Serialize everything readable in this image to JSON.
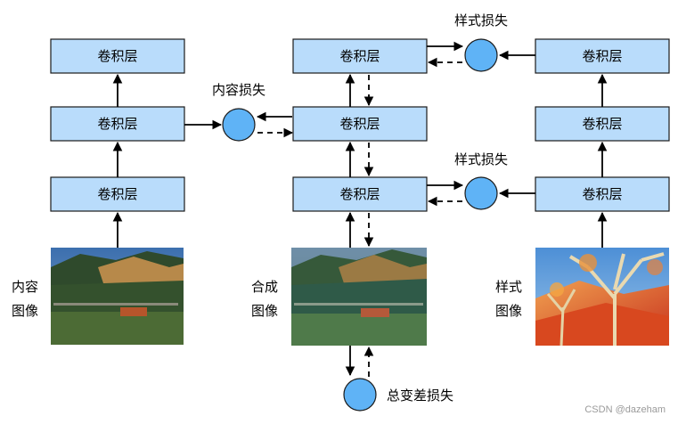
{
  "layer_label": "卷积层",
  "loss": {
    "content": "内容损失",
    "style": "样式损失",
    "total_variation": "总变差损失"
  },
  "images": {
    "content": "内容\n图像",
    "synthesized": "合成\n图像",
    "style": "样式\n图像"
  },
  "watermark": "CSDN @dazeham",
  "colors": {
    "layer_fill": "#b9dcfb",
    "layer_stroke": "#1a1a1a",
    "loss_node_fill": "#5fb3f6",
    "arrow": "#000000"
  }
}
